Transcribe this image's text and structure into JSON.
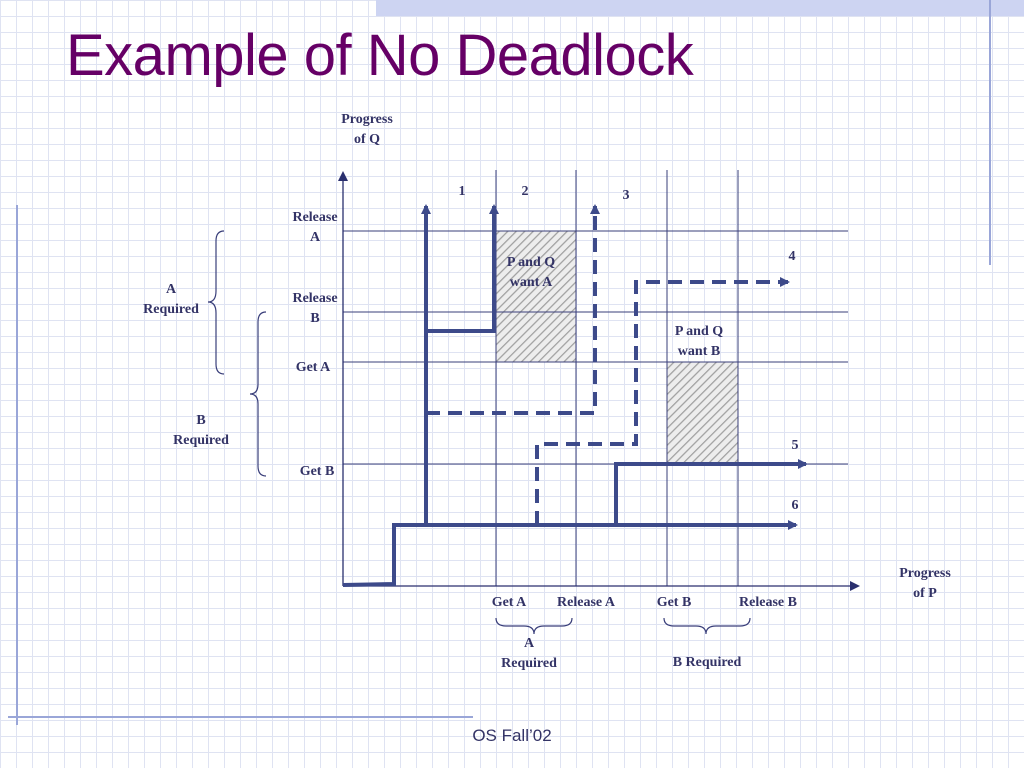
{
  "slide": {
    "title": "Example of No Deadlock",
    "footer": "OS Fall’02"
  },
  "axes": {
    "y_title_line1": "Progress",
    "y_title_line2": "of Q",
    "x_title_line1": "Progress",
    "x_title_line2": "of P"
  },
  "q_labels": {
    "release_a_line1": "Release",
    "release_a_line2": "A",
    "release_b_line1": "Release",
    "release_b_line2": "B",
    "get_a": "Get A",
    "get_b": "Get B"
  },
  "p_labels": {
    "get_a": "Get A",
    "release_a": "Release A",
    "get_b": "Get B",
    "release_b": "Release B"
  },
  "braces": {
    "q_a_required_line1": "A",
    "q_a_required_line2": "Required",
    "q_b_required_line1": "B",
    "q_b_required_line2": "Required",
    "p_a_required_line1": "A",
    "p_a_required_line2": "Required",
    "p_b_required": "B Required"
  },
  "regions": {
    "want_a_line1": "P and Q",
    "want_a_line2": "want A",
    "want_b_line1": "P and Q",
    "want_b_line2": "want B"
  },
  "paths": {
    "p1": "1",
    "p2": "2",
    "p3": "3",
    "p4": "4",
    "p5": "5",
    "p6": "6"
  },
  "colors": {
    "title": "#660066",
    "text": "#333366",
    "path": "#3d4a8a",
    "axis": "#2a2f6e",
    "guide": "#3a3f7a"
  }
}
